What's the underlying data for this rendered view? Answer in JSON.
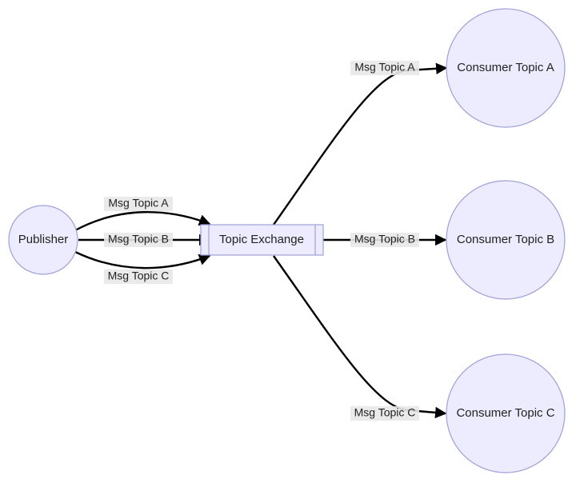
{
  "nodes": {
    "publisher": {
      "label": "Publisher"
    },
    "exchange": {
      "label": "Topic Exchange"
    },
    "consumer_a": {
      "label": "Consumer Topic A"
    },
    "consumer_b": {
      "label": "Consumer Topic B"
    },
    "consumer_c": {
      "label": "Consumer Topic C"
    }
  },
  "edges": {
    "pub_to_ex_a": {
      "label": "Msg Topic A"
    },
    "pub_to_ex_b": {
      "label": "Msg Topic B"
    },
    "pub_to_ex_c": {
      "label": "Msg Topic C"
    },
    "ex_to_a": {
      "label": "Msg Topic A"
    },
    "ex_to_b": {
      "label": "Msg Topic B"
    },
    "ex_to_c": {
      "label": "Msg Topic C"
    }
  },
  "colors": {
    "node_fill": "#ececfe",
    "node_stroke": "#9f9fda",
    "edge": "#000000",
    "label_bg": "#e8e8e8"
  }
}
